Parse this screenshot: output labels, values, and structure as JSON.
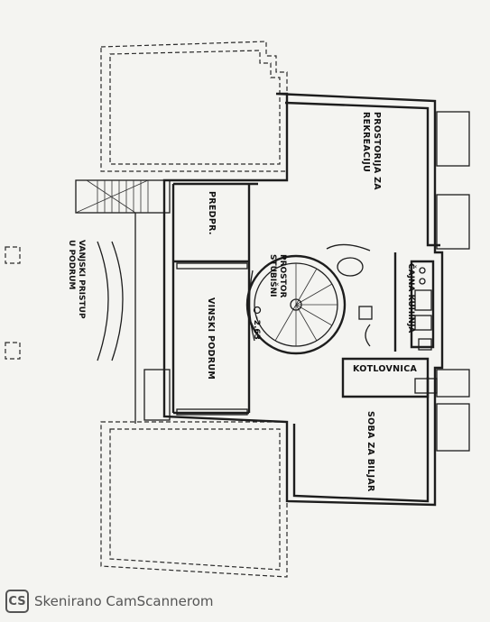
{
  "rooms": {
    "recreation": [
      "PROSTORIJA ZA",
      "REKREACIJU"
    ],
    "entrance": "PREDPR.",
    "stair_space": [
      "STUBIŠNI",
      "PROSTOR"
    ],
    "wine_cellar": "VINSKI PODRUM",
    "tea_kitchen": "ČAJNA KUHINJA",
    "boiler_room": "KOTLOVNICA",
    "billiard_room": "SOBA ZA BILJAR",
    "outdoor_access": [
      "VANJSKI PRISTUP",
      "U PODRUM"
    ]
  },
  "elevation": "-2.63",
  "watermark": {
    "logo": "CS",
    "text": "Skenirano CamScannerom"
  }
}
